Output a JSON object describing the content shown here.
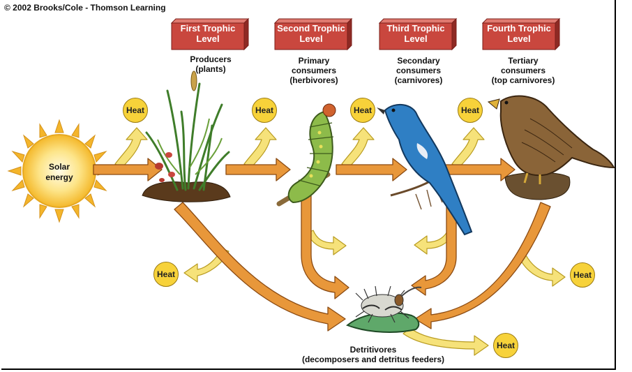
{
  "copyright": "© 2002 Brooks/Cole - Thomson Learning",
  "levels": [
    {
      "title_line1": "First Trophic",
      "title_line2": "Level",
      "caption_line1": "Producers",
      "caption_line2": "(plants)",
      "caption_line3": ""
    },
    {
      "title_line1": "Second Trophic",
      "title_line2": "Level",
      "caption_line1": "Primary",
      "caption_line2": "consumers",
      "caption_line3": "(herbivores)"
    },
    {
      "title_line1": "Third Trophic",
      "title_line2": "Level",
      "caption_line1": "Secondary",
      "caption_line2": "consumers",
      "caption_line3": "(carnivores)"
    },
    {
      "title_line1": "Fourth Trophic",
      "title_line2": "Level",
      "caption_line1": "Tertiary",
      "caption_line2": "consumers",
      "caption_line3": "(top carnivores)"
    }
  ],
  "sun": {
    "line1": "Solar",
    "line2": "energy"
  },
  "heat_label": "Heat",
  "detritivores": {
    "line1": "Detritivores",
    "line2": "(decomposers and detritus feeders)"
  },
  "colors": {
    "level_box": "#c9473e",
    "energy_arrow": "#e8973a",
    "heat_arrow": "#f6e27a",
    "heat_circle": "#f7d23a",
    "sun": "#f7c531"
  }
}
